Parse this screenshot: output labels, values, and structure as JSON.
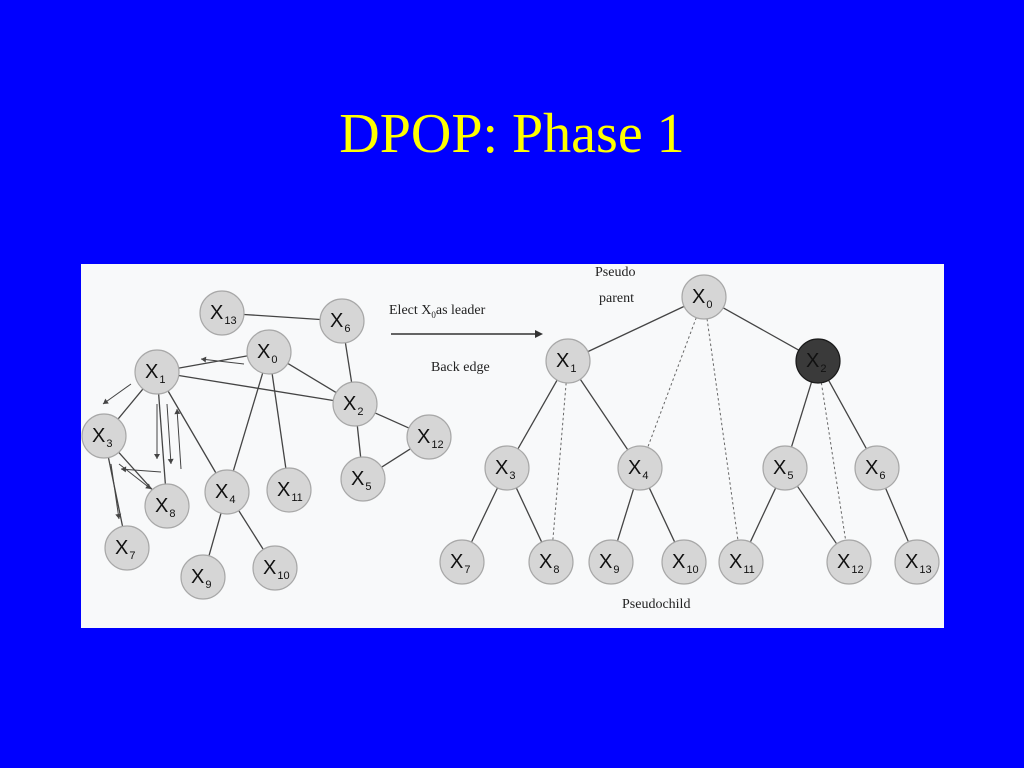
{
  "title": "DPOP: Phase 1",
  "annotations": {
    "elect_prefix": "Elect X",
    "elect_sub": "0",
    "elect_suffix": "as leader",
    "back_edge": "Back edge",
    "pseudo_parent_line1": "Pseudo",
    "pseudo_parent_line2": "parent",
    "pseudochild": "Pseudochild"
  },
  "colors": {
    "background": "#0000FF",
    "title": "#FFFF00",
    "node_fill": "#D6D6D6",
    "leader_node_fill": "#3A3A3A"
  },
  "graph": {
    "nodes": [
      "0",
      "1",
      "2",
      "3",
      "4",
      "5",
      "6",
      "7",
      "8",
      "9",
      "10",
      "11",
      "12",
      "13"
    ],
    "edges": [
      [
        "1",
        "0"
      ],
      [
        "1",
        "2"
      ],
      [
        "1",
        "3"
      ],
      [
        "1",
        "8"
      ],
      [
        "1",
        "4"
      ],
      [
        "3",
        "7"
      ],
      [
        "3",
        "8"
      ],
      [
        "0",
        "4"
      ],
      [
        "0",
        "11"
      ],
      [
        "0",
        "2"
      ],
      [
        "6",
        "2"
      ],
      [
        "2",
        "5"
      ],
      [
        "2",
        "12"
      ],
      [
        "5",
        "12"
      ],
      [
        "4",
        "9"
      ],
      [
        "4",
        "10"
      ],
      [
        "13",
        "6"
      ]
    ]
  },
  "dfs_tree": {
    "root": "0",
    "leader_highlight": "2",
    "tree_edges": [
      [
        "0",
        "1"
      ],
      [
        "0",
        "2"
      ],
      [
        "1",
        "3"
      ],
      [
        "1",
        "4"
      ],
      [
        "3",
        "7"
      ],
      [
        "3",
        "8"
      ],
      [
        "4",
        "9"
      ],
      [
        "4",
        "10"
      ],
      [
        "2",
        "5"
      ],
      [
        "2",
        "6"
      ],
      [
        "5",
        "11"
      ],
      [
        "5",
        "12"
      ],
      [
        "6",
        "13"
      ]
    ],
    "back_edges": [
      [
        "1",
        "8"
      ],
      [
        "0",
        "4"
      ],
      [
        "0",
        "11"
      ],
      [
        "2",
        "12"
      ]
    ]
  }
}
